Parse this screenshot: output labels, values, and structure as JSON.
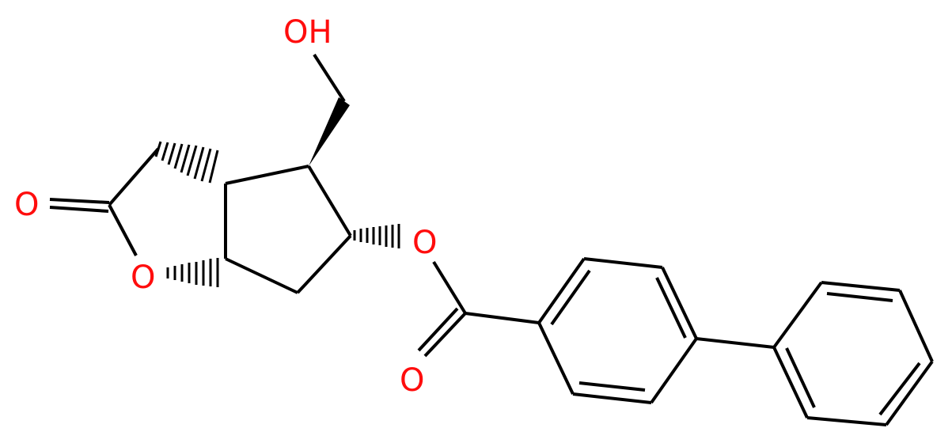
{
  "molecule": {
    "atom_labels": {
      "hydroxyl": "OH",
      "carbonyl_oxygen_lactone": "O",
      "ring_oxygen": "O",
      "ester_oxygen": "O",
      "ester_carbonyl_oxygen": "O"
    },
    "colors": {
      "bond": "#000000",
      "oxygen": "#ff0d0d",
      "background": "#ffffff"
    }
  }
}
